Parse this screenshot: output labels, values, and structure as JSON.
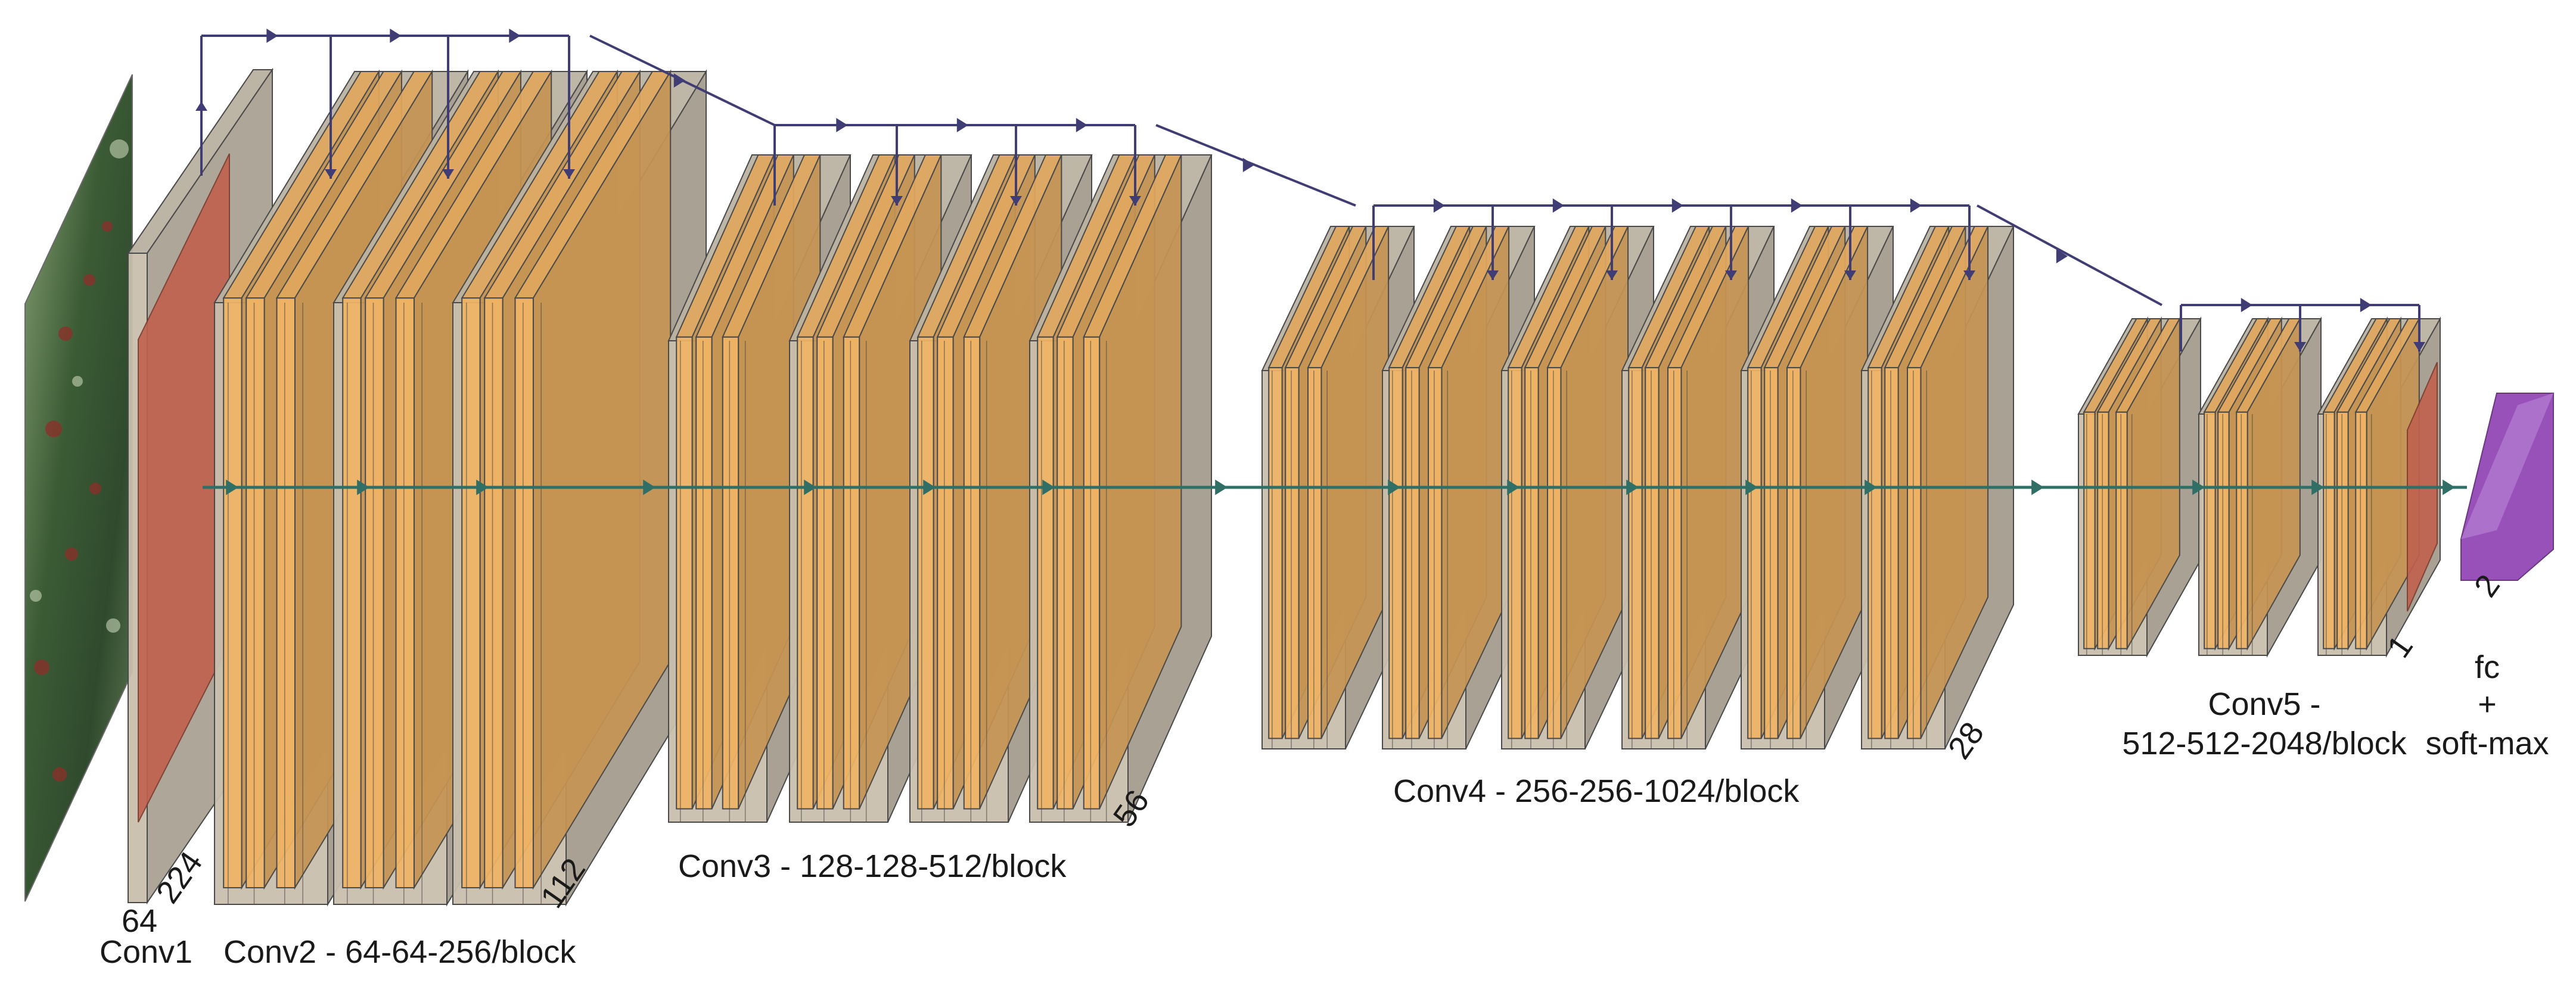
{
  "stages": [
    {
      "id": "conv1",
      "label": "Conv1"
    },
    {
      "id": "conv2",
      "label": "Conv2 - 64-64-256/block"
    },
    {
      "id": "conv3",
      "label": "Conv3 - 128-128-512/block"
    },
    {
      "id": "conv4",
      "label": "Conv4 - 256-256-1024/block"
    },
    {
      "id": "conv5",
      "label_lines": [
        "Conv5 -",
        "512-512-2048/block"
      ]
    },
    {
      "id": "fc",
      "label_lines": [
        "fc",
        "+",
        "soft-max"
      ]
    }
  ],
  "dimensions": {
    "conv1_channels": "64",
    "conv1_spatial": "224",
    "conv2_spatial": "112",
    "conv3_spatial": "56",
    "conv4_spatial": "28",
    "conv5_spatial": "1",
    "fc_outputs": "2"
  },
  "colors": {
    "block_frame": "#c8bfad",
    "block_edge": "#4a4a4a",
    "conv_layer": "#f0b465",
    "conv1_layer": "#c0614e",
    "fc_layer": "#8e3fb3",
    "skip_arrow": "#3f3d74",
    "flow_arrow": "#2f6f66"
  }
}
